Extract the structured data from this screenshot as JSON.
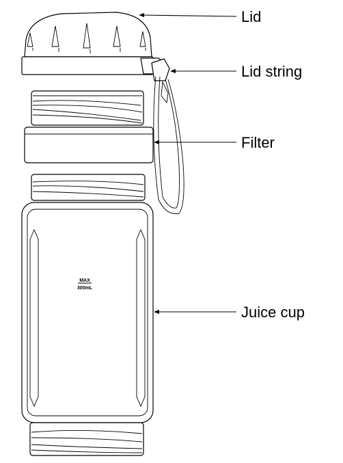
{
  "labels": {
    "lid": "Lid",
    "lid_string": "Lid string",
    "filter": "Filter",
    "juice_cup": "Juice cup"
  },
  "cup_marking": {
    "max": "MAX",
    "volume": "300mL"
  },
  "colors": {
    "line": "#000000",
    "background": "#ffffff"
  }
}
